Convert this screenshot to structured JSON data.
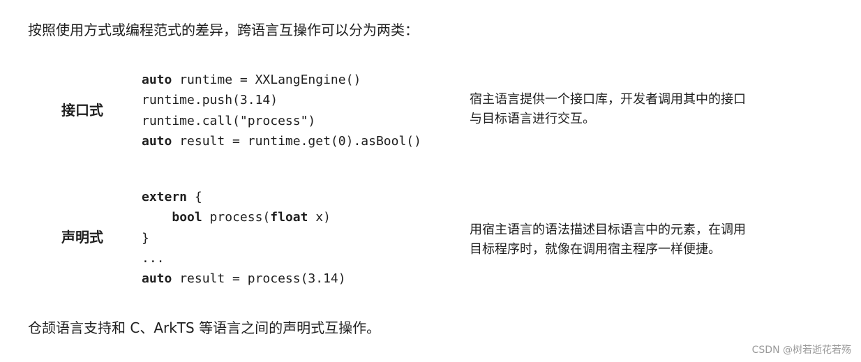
{
  "intro_text": "按照使用方式或编程范式的差异，跨语言互操作可以分为两类：",
  "rows": [
    {
      "label": "接口式",
      "code": [
        [
          {
            "t": "auto",
            "kw": true
          },
          {
            "t": " runtime = XXLangEngine()"
          }
        ],
        [
          {
            "t": "runtime.push(3.14)"
          }
        ],
        [
          {
            "t": "runtime.call(\"process\")"
          }
        ],
        [
          {
            "t": "auto",
            "kw": true
          },
          {
            "t": " result = runtime.get(0).asBool()"
          }
        ]
      ],
      "description_lines": [
        "宿主语言提供一个接口库，开发者调用其中的接口",
        "与目标语言进行交互。"
      ]
    },
    {
      "label": "声明式",
      "code": [
        [
          {
            "t": "extern",
            "kw": true
          },
          {
            "t": " {"
          }
        ],
        [
          {
            "t": "    "
          },
          {
            "t": "bool",
            "kw": true
          },
          {
            "t": " process("
          },
          {
            "t": "float",
            "kw": true
          },
          {
            "t": " x)"
          }
        ],
        [
          {
            "t": "}"
          }
        ],
        [
          {
            "t": "..."
          }
        ],
        [
          {
            "t": "auto",
            "kw": true
          },
          {
            "t": " result = process(3.14)"
          }
        ]
      ],
      "description_lines": [
        "用宿主语言的语法描述目标语言中的元素，在调用",
        "目标程序时，就像在调用宿主程序一样便捷。"
      ]
    }
  ],
  "outro_text": "仓颉语言支持和 C、ArkTS 等语言之间的声明式互操作。",
  "watermark": "CSDN @树若逝花若殇"
}
